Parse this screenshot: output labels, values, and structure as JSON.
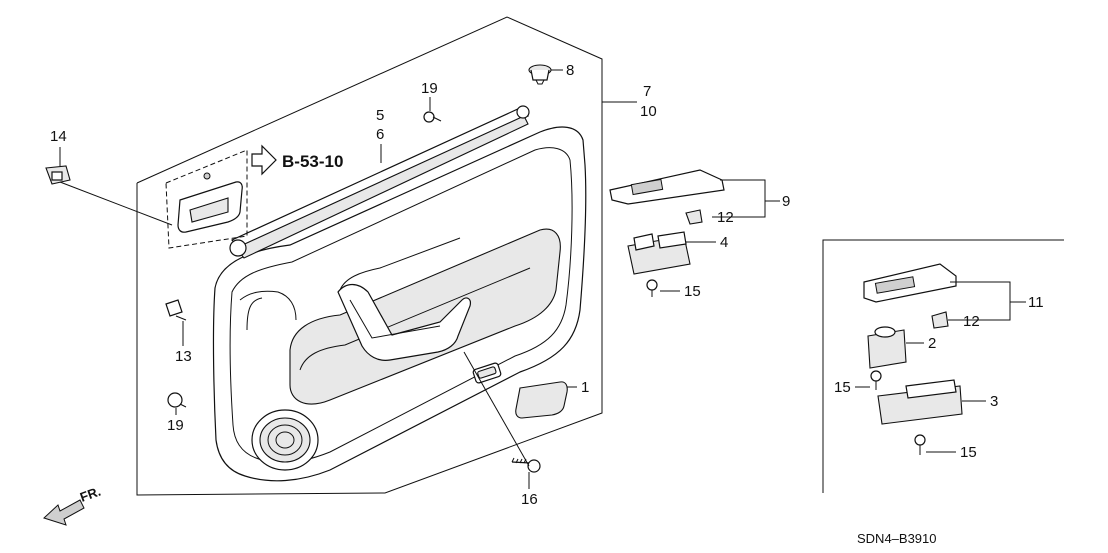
{
  "callouts": {
    "c1": "1",
    "c2": "2",
    "c3": "3",
    "c4": "4",
    "c5": "5",
    "c6": "6",
    "c7": "7",
    "c8": "8",
    "c9": "9",
    "c10": "10",
    "c11": "11",
    "c12a": "12",
    "c12b": "12",
    "c13": "13",
    "c14": "14",
    "c15a": "15",
    "c15b": "15",
    "c15c": "15",
    "c16": "16",
    "c19a": "19",
    "c19b": "19"
  },
  "reference": "B-53-10",
  "front_label": "FR.",
  "diagram_code": "SDN4–B3910"
}
